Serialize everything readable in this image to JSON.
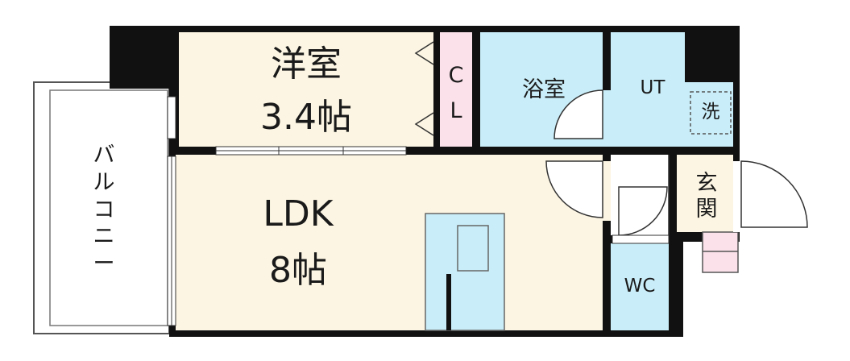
{
  "rooms": {
    "western": {
      "name": "洋室",
      "size": "3.4帖"
    },
    "closet": {
      "line1": "C",
      "line2": "L"
    },
    "bath": {
      "name": "浴室"
    },
    "utility": {
      "name": "UT"
    },
    "washer": {
      "name": "洗"
    },
    "ldk": {
      "name": "LDK",
      "size": "8帖"
    },
    "entrance": {
      "name": "玄関"
    },
    "wc": {
      "name": "WC"
    },
    "balcony": {
      "name": "バルコニー"
    }
  },
  "colors": {
    "wall": "#111111",
    "room_floor": "#fcf5e3",
    "wet_area": "#c9eef9",
    "closet": "#fbe1ea",
    "corridor": "#ffffff",
    "balcony": "#ffffff",
    "line": "#444444"
  }
}
